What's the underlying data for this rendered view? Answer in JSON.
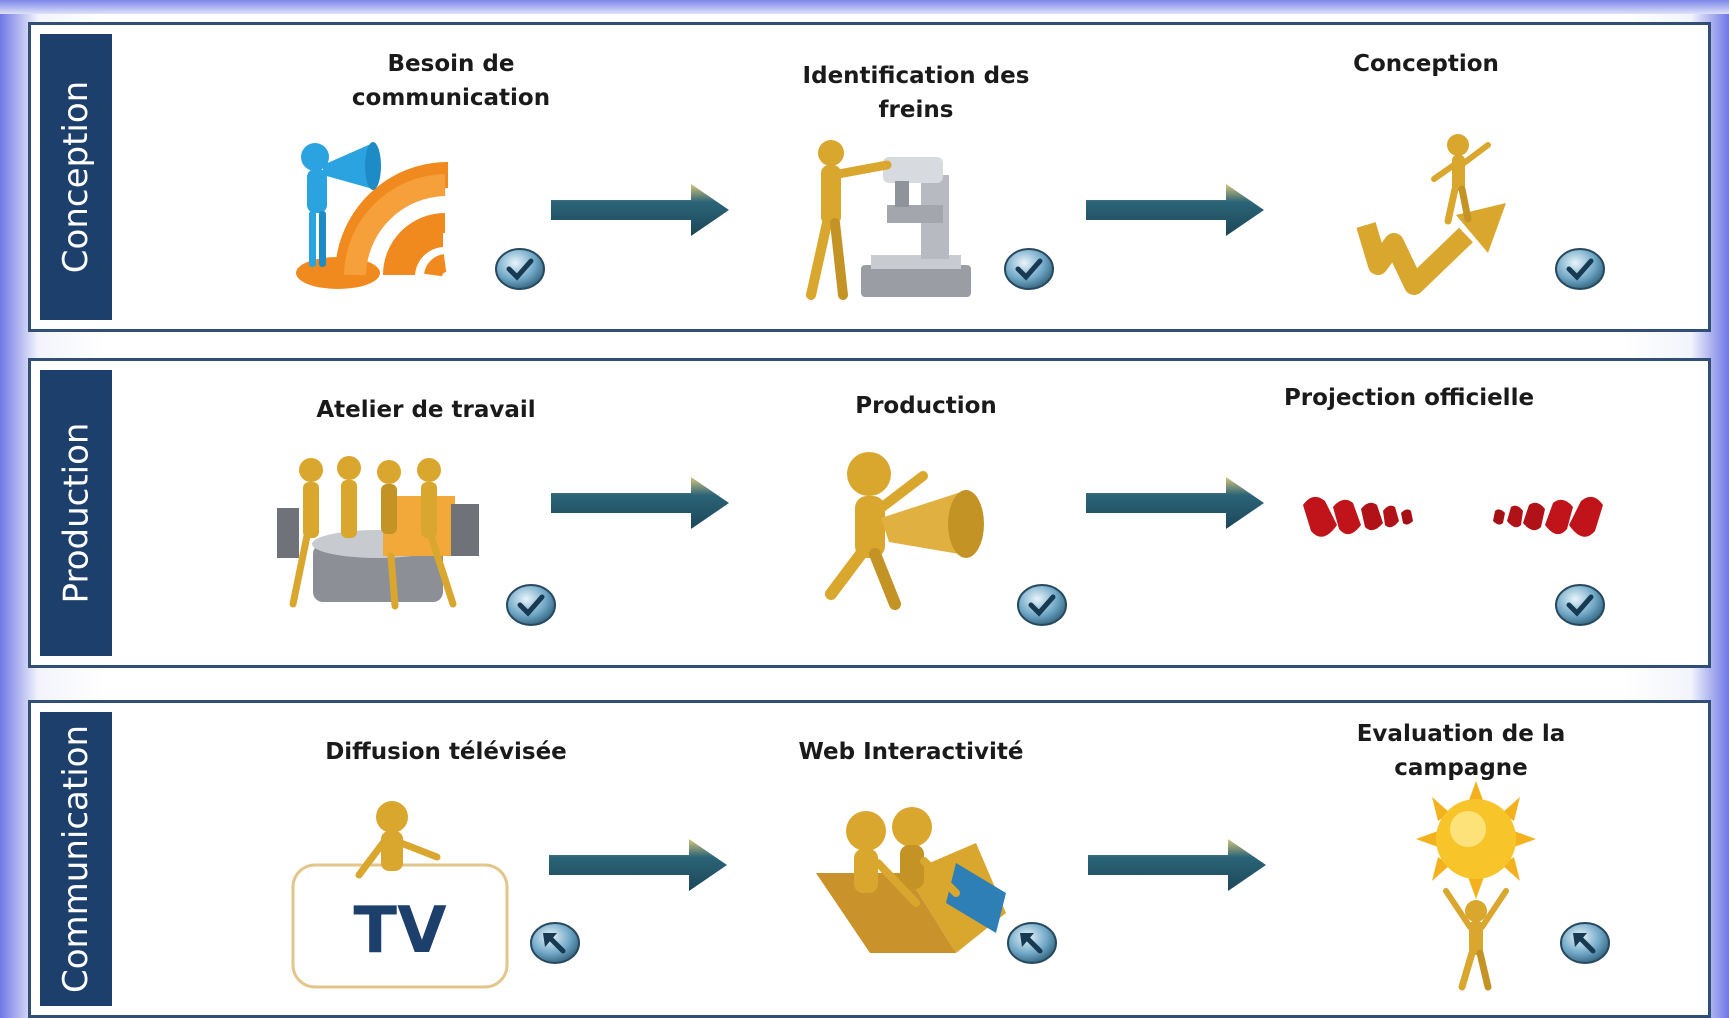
{
  "stages": [
    {
      "label": "Conception",
      "steps": [
        {
          "title": "Besoin de communication",
          "illustration": "megaphone-rss-figure"
        },
        {
          "title": "Identification des freins",
          "illustration": "figure-with-microscope"
        },
        {
          "title": "Conception",
          "illustration": "figure-on-rising-arrow"
        }
      ],
      "status_icon": "check-icon"
    },
    {
      "label": "Production",
      "steps": [
        {
          "title": "Atelier de travail",
          "illustration": "team-around-table"
        },
        {
          "title": "Production",
          "illustration": "figure-with-megaphone"
        },
        {
          "title": "Projection officielle",
          "illustration": "red-armchairs-row"
        }
      ],
      "status_icon": "check-icon"
    },
    {
      "label": "Communication",
      "steps": [
        {
          "title": "Diffusion télévisée",
          "illustration": "figure-on-tv-screen"
        },
        {
          "title": "Web Interactivité",
          "illustration": "figures-with-laptop"
        },
        {
          "title": "Evaluation de la campagne",
          "illustration": "figure-holding-sun"
        }
      ],
      "status_icon": "return-arrow-icon"
    }
  ],
  "tv_text": "TV",
  "colors": {
    "panel_border": "#2f4f75",
    "label_bg": "#1d3f6c",
    "arrow": "#27566a",
    "gold": "#d9a62e",
    "orange": "#f08a1f",
    "blue_figure": "#2aa3e0",
    "seat_red": "#c0141a"
  }
}
